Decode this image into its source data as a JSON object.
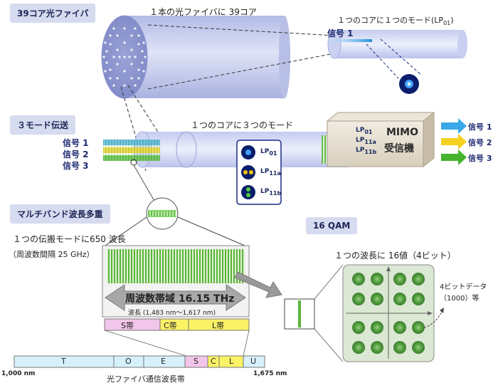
{
  "sections": {
    "s1": "39コア光ファイバ",
    "s2": "３モード伝送",
    "s3": "マルチバンド波長多重",
    "s4": "16 QAM"
  },
  "fiber39": {
    "title": "１本の光ファイバに 39コア",
    "single_mode_title": "１つのコアに１つのモード",
    "single_mode_lp": "LP",
    "single_mode_lp_sub": "01",
    "signal": "信号 1"
  },
  "mode3": {
    "title": "１つのコアに３つのモード",
    "inputs": [
      "信号 1",
      "信号 2",
      "信号 3"
    ],
    "modes": [
      {
        "lp": "LP",
        "sub": "01"
      },
      {
        "lp": "LP",
        "sub": "11a"
      },
      {
        "lp": "LP",
        "sub": "11b"
      }
    ],
    "mimo_line1": "MIMO",
    "mimo_line2": "受信機",
    "mimo_modes": [
      {
        "lp": "LP",
        "sub": "01"
      },
      {
        "lp": "LP",
        "sub": "11a"
      },
      {
        "lp": "LP",
        "sub": "11b"
      }
    ],
    "outputs": [
      "信号 1",
      "信号 2",
      "信号 3"
    ],
    "colors": {
      "signal1": "#38a8e8",
      "signal2": "#f5d020",
      "signal3": "#45b32e"
    }
  },
  "wdm": {
    "line1": "１つの伝搬モードに650 波長",
    "line2": "（周波数間隔 25 GHz）",
    "bandwidth": "周波数帯域 16.15 THz",
    "wavelength_range": "波長 (1,483 nm～1,617 nm)",
    "bands_used": [
      "S帯",
      "C帯",
      "L帯"
    ],
    "bands_all": [
      "T",
      "O",
      "E",
      "S",
      "C",
      "L",
      "U"
    ],
    "axis_min": "1,000 nm",
    "axis_max": "1,675 nm",
    "axis_label": "光ファイバ通信波長帯"
  },
  "qam": {
    "title": "１つの波長に 16値（4ビット）",
    "data_label_1": "4ビットデータ",
    "data_label_2": "（1000）等"
  }
}
